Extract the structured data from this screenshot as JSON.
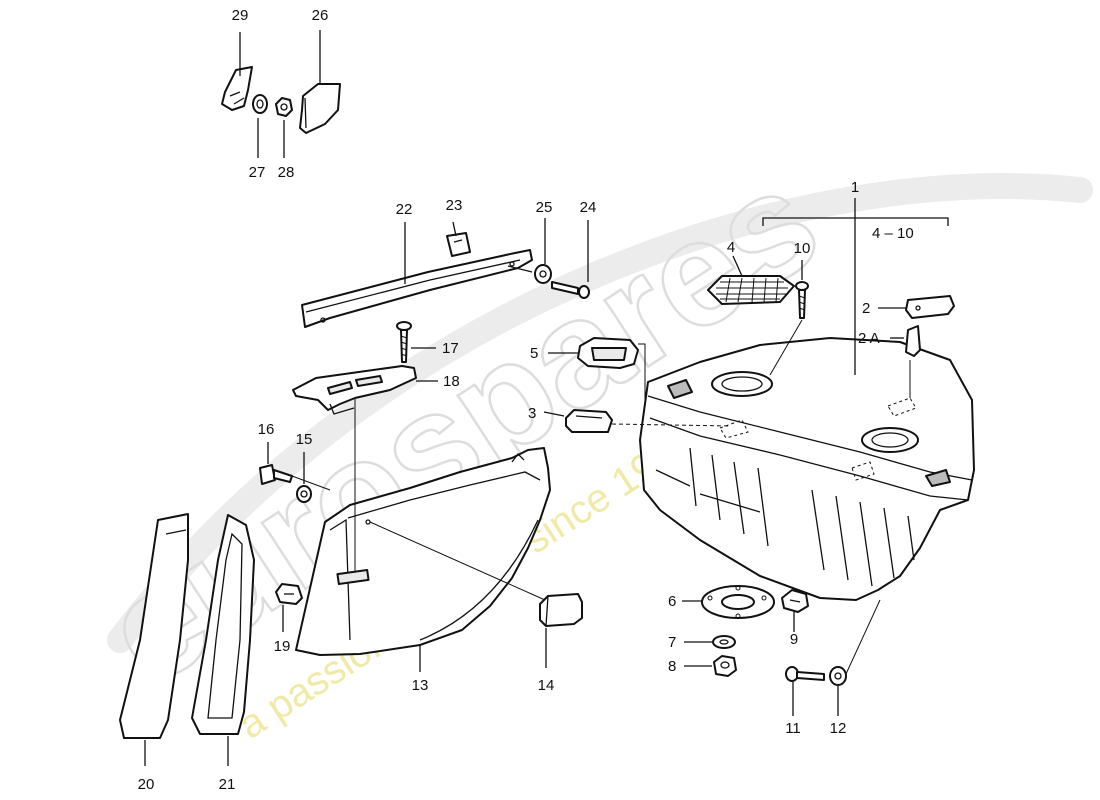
{
  "watermark": {
    "brand": "eurospares",
    "tagline": "a passion for parts since 1985"
  },
  "callouts": {
    "c1": "1",
    "c2": "2",
    "c2a": "2 A",
    "c3": "3",
    "c4": "4",
    "c4_10": "4 – 10",
    "c5": "5",
    "c6": "6",
    "c7": "7",
    "c8": "8",
    "c9": "9",
    "c10": "10",
    "c11": "11",
    "c12": "12",
    "c13": "13",
    "c14": "14",
    "c15": "15",
    "c16": "16",
    "c17": "17",
    "c18": "18",
    "c19": "19",
    "c20": "20",
    "c21": "21",
    "c22": "22",
    "c23": "23",
    "c24": "24",
    "c25": "25",
    "c26": "26",
    "c27": "27",
    "c28": "28",
    "c29": "29"
  },
  "colors": {
    "line": "#111111",
    "watermark_gray": "#dddddd",
    "watermark_yellow": "#f0eaa6"
  }
}
